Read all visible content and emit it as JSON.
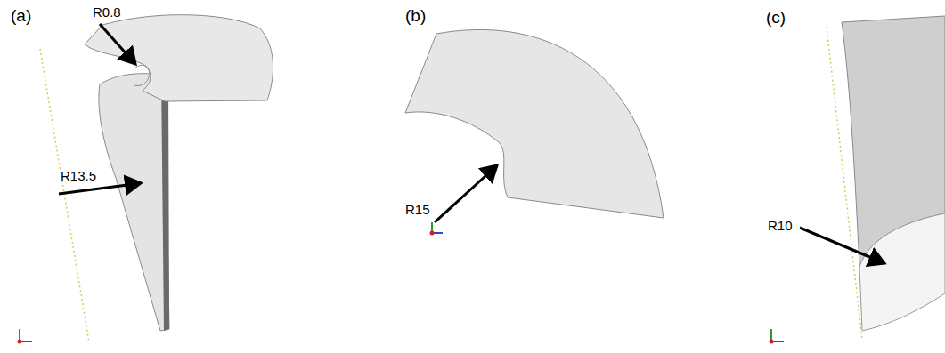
{
  "diagram": {
    "labels": [
      "(a)",
      "R0.8",
      "R13.5",
      "(b)",
      "R15",
      "(c)",
      "R10"
    ]
  }
}
